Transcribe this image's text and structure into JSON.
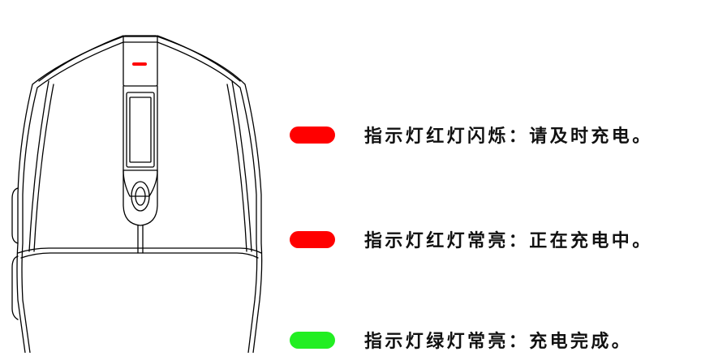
{
  "indicator_colors": {
    "red": "#ff0000",
    "green": "#22ee22"
  },
  "legend": [
    {
      "color": "red",
      "text": "指示灯红灯闪烁：请及时充电。"
    },
    {
      "color": "red",
      "text": "指示灯红灯常亮：正在充电中。"
    },
    {
      "color": "green",
      "text": "指示灯绿灯常亮：充电完成。"
    }
  ]
}
